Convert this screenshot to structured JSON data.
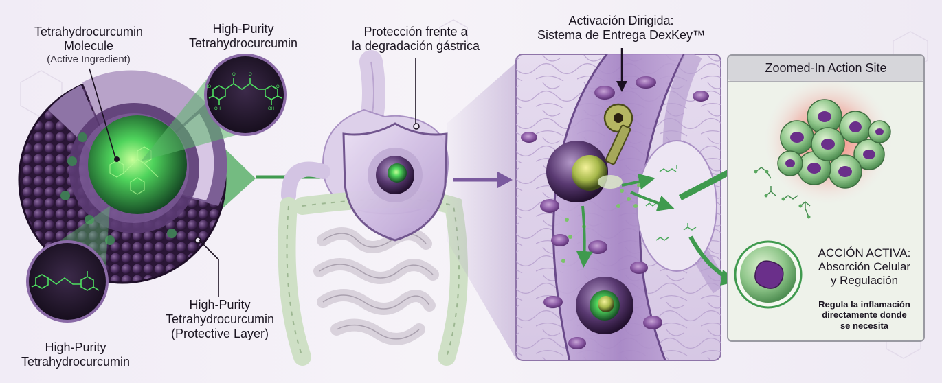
{
  "labels": {
    "molecule_title_line1": "Tetrahydrocurcumin",
    "molecule_title_line2": "Molecule",
    "molecule_subtitle": "(Active Ingredient)",
    "purity_top_line1": "High-Purity",
    "purity_top_line2": "Tetrahydrocurcumin",
    "purity_bottom_line1": "High-Purity",
    "purity_bottom_line2": "Tetrahydrocurcumin",
    "layer_line1": "High-Purity",
    "layer_line2": "Tetrahydrocurcumin",
    "layer_line3": "(Protective Layer)",
    "gastric_line1": "Protección frente a",
    "gastric_line2": "la degradación gástrica",
    "activation_line1": "Activación Dirigida:",
    "activation_line2": "Sistema de Entrega DexKey™",
    "zoom_header": "Zoomed-In Action Site",
    "action_line1": "ACCIÓN ACTIVA:",
    "action_line2": "Absorción Celular",
    "action_line3": "y Regulación",
    "regulates_line1": "Regula la inflamación",
    "regulates_line2": "directamente donde",
    "regulates_line3": "se necesita"
  },
  "colors": {
    "purple_dark": "#3a1f48",
    "purple_mid": "#8a6aa8",
    "purple_light": "#d9cbe8",
    "green_bright": "#4cc45a",
    "green_arrow": "#3f9a4e",
    "arrow_purple": "#7a5a9e"
  }
}
